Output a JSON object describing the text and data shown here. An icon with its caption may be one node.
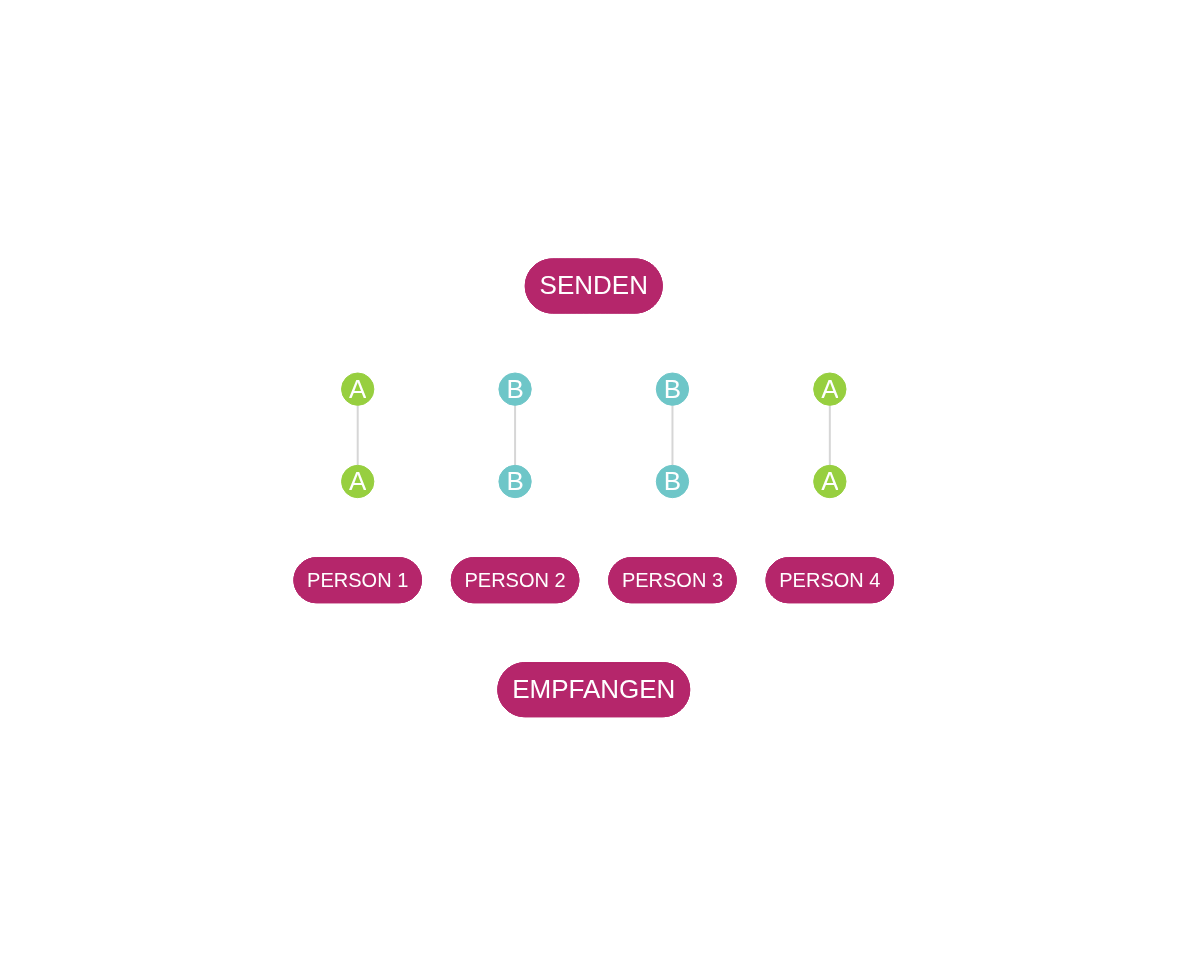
{
  "diagram": {
    "nodes": [
      {
        "text": [
          "SENDEN"
        ]
      },
      {
        "text": [
          "A"
        ]
      },
      {
        "text": [
          "A"
        ]
      },
      {
        "text": [
          "B"
        ]
      },
      {
        "text": [
          "B"
        ]
      },
      {
        "text": [
          "A"
        ]
      },
      {
        "text": [
          "B"
        ]
      },
      {
        "text": [
          "B"
        ]
      },
      {
        "text": [
          "A"
        ]
      },
      {
        "text": [
          "PERSON 1"
        ]
      },
      {
        "text": [
          "PERSON 2"
        ]
      },
      {
        "text": [
          "PERSON 3"
        ]
      },
      {
        "text": [
          "PERSON 4"
        ]
      },
      {
        "text": [
          "EMPFANGEN"
        ]
      }
    ],
    "edges": [
      {
        "from": 1,
        "to": 5,
        "arrow": "none"
      },
      {
        "from": 2,
        "to": 8,
        "arrow": "none"
      },
      {
        "from": 3,
        "to": 6,
        "arrow": "none"
      },
      {
        "from": 4,
        "to": 7,
        "arrow": "none"
      }
    ]
  }
}
